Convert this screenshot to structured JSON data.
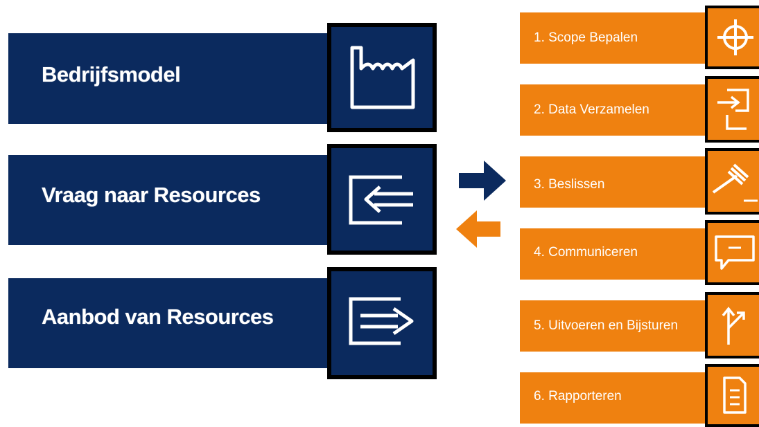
{
  "left_blocks": [
    {
      "label": "Bedrijfsmodel",
      "icon": "factory-icon"
    },
    {
      "label": "Vraag naar Resources",
      "icon": "arrow-in-icon"
    },
    {
      "label": "Aanbod van Resources",
      "icon": "arrow-out-icon"
    }
  ],
  "steps": [
    {
      "label": "1. Scope Bepalen",
      "icon": "crosshair-icon"
    },
    {
      "label": "2. Data Verzamelen",
      "icon": "data-transfer-icon"
    },
    {
      "label": "3. Beslissen",
      "icon": "gavel-icon"
    },
    {
      "label": "4. Communiceren",
      "icon": "speech-bubble-icon"
    },
    {
      "label": "5. Uitvoeren en Bijsturen",
      "icon": "split-arrows-icon"
    },
    {
      "label": "6. Rapporteren",
      "icon": "document-icon"
    }
  ],
  "colors": {
    "navy": "#0b2a5e",
    "orange": "#ef8110",
    "border": "#000000"
  }
}
